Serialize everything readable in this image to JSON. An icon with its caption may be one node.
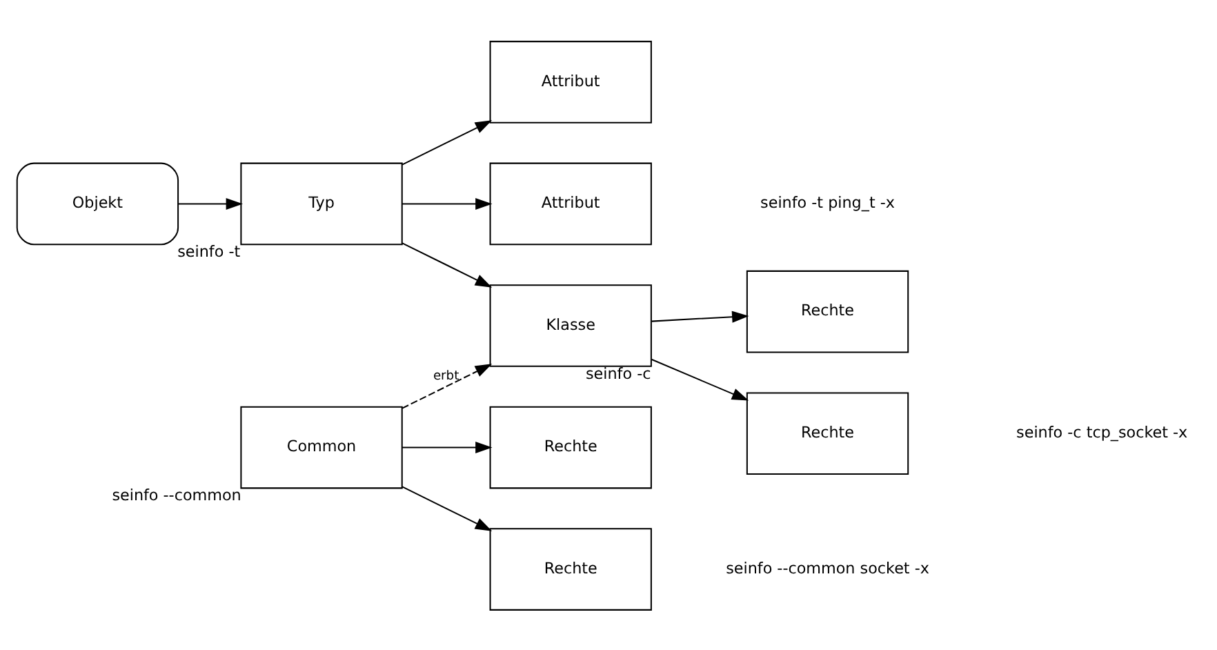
{
  "diagram": {
    "nodes": [
      {
        "text": [
          "Objekt"
        ]
      },
      {
        "text": [
          "Typ"
        ],
        "beside": [
          "seinfo -t"
        ]
      },
      {
        "text": [
          "Attribut"
        ]
      },
      {
        "text": [
          "Attribut"
        ]
      },
      {
        "text": [
          "Common"
        ],
        "beside": [
          "seinfo --common"
        ]
      },
      {
        "text": [
          "Rechte"
        ]
      },
      {
        "text": [
          "Rechte"
        ]
      },
      {
        "text": [
          "Klasse"
        ],
        "beside": [
          "seinfo -c"
        ]
      },
      {
        "text": [
          "Rechte"
        ]
      },
      {
        "text": [
          "Rechte"
        ]
      }
    ],
    "edges": [
      {
        "from": 0,
        "to": 1,
        "arrow": "to"
      },
      {
        "from": 1,
        "to": 2,
        "arrow": "to"
      },
      {
        "from": 1,
        "to": 3,
        "arrow": "to"
      },
      {
        "from": 1,
        "to": 7,
        "arrow": "to"
      },
      {
        "from": 4,
        "to": 5,
        "arrow": "to"
      },
      {
        "from": 4,
        "to": 6,
        "arrow": "to"
      },
      {
        "from": 4,
        "to": 7,
        "arrow": "to",
        "style": "dashed",
        "label": "erbt"
      },
      {
        "from": 7,
        "to": 8,
        "arrow": "to"
      },
      {
        "from": 7,
        "to": 9,
        "arrow": "to"
      }
    ],
    "labels": [
      "seinfo --common socket -x",
      "seinfo -c tcp_socket -x",
      "seinfo -t ping_t -x"
    ]
  }
}
